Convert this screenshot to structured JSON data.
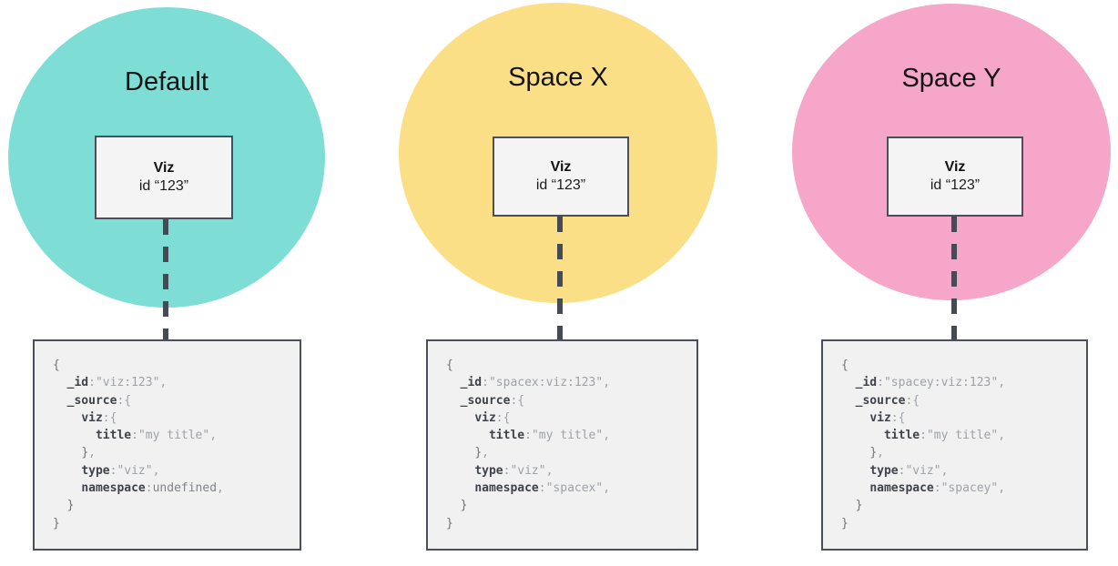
{
  "columns": [
    {
      "circle": {
        "label": "Default",
        "color": "#7eded5"
      },
      "viz_card": {
        "title": "Viz",
        "subtitle": "id “123”"
      },
      "code_lines": [
        [
          [
            "brace",
            "{"
          ]
        ],
        [
          [
            "plain",
            "  "
          ],
          [
            "key",
            "_id"
          ],
          [
            "punct",
            ":"
          ],
          [
            "string",
            "\"viz:123\""
          ],
          [
            "punct",
            ","
          ]
        ],
        [
          [
            "plain",
            "  "
          ],
          [
            "key",
            "_source"
          ],
          [
            "punct",
            ":"
          ],
          [
            "punct",
            "{"
          ]
        ],
        [
          [
            "plain",
            "    "
          ],
          [
            "key",
            "viz"
          ],
          [
            "punct",
            ":"
          ],
          [
            "punct",
            "{"
          ]
        ],
        [
          [
            "plain",
            "      "
          ],
          [
            "key",
            "title"
          ],
          [
            "punct",
            ":"
          ],
          [
            "string",
            "\"my title\""
          ],
          [
            "punct",
            ","
          ]
        ],
        [
          [
            "plain",
            "    "
          ],
          [
            "brace",
            "}"
          ],
          [
            "punct",
            ","
          ]
        ],
        [
          [
            "plain",
            "    "
          ],
          [
            "key",
            "type"
          ],
          [
            "punct",
            ":"
          ],
          [
            "string",
            "\"viz\""
          ],
          [
            "punct",
            ","
          ]
        ],
        [
          [
            "plain",
            "    "
          ],
          [
            "key",
            "namespace"
          ],
          [
            "punct",
            ":"
          ],
          [
            "undef",
            "undefined"
          ],
          [
            "punct",
            ","
          ]
        ],
        [
          [
            "plain",
            "  "
          ],
          [
            "brace",
            "}"
          ]
        ],
        [
          [
            "brace",
            "}"
          ]
        ]
      ]
    },
    {
      "circle": {
        "label": "Space X",
        "color": "#fbdf87"
      },
      "viz_card": {
        "title": "Viz",
        "subtitle": "id “123”"
      },
      "code_lines": [
        [
          [
            "brace",
            "{"
          ]
        ],
        [
          [
            "plain",
            "  "
          ],
          [
            "key",
            "_id"
          ],
          [
            "punct",
            ":"
          ],
          [
            "string",
            "\"spacex:viz:123\""
          ],
          [
            "punct",
            ","
          ]
        ],
        [
          [
            "plain",
            "  "
          ],
          [
            "key",
            "_source"
          ],
          [
            "punct",
            ":"
          ],
          [
            "punct",
            "{"
          ]
        ],
        [
          [
            "plain",
            "    "
          ],
          [
            "key",
            "viz"
          ],
          [
            "punct",
            ":"
          ],
          [
            "punct",
            "{"
          ]
        ],
        [
          [
            "plain",
            "      "
          ],
          [
            "key",
            "title"
          ],
          [
            "punct",
            ":"
          ],
          [
            "string",
            "\"my title\""
          ],
          [
            "punct",
            ","
          ]
        ],
        [
          [
            "plain",
            "    "
          ],
          [
            "brace",
            "}"
          ],
          [
            "punct",
            ","
          ]
        ],
        [
          [
            "plain",
            "    "
          ],
          [
            "key",
            "type"
          ],
          [
            "punct",
            ":"
          ],
          [
            "string",
            "\"viz\""
          ],
          [
            "punct",
            ","
          ]
        ],
        [
          [
            "plain",
            "    "
          ],
          [
            "key",
            "namespace"
          ],
          [
            "punct",
            ":"
          ],
          [
            "string",
            "\"spacex\""
          ],
          [
            "punct",
            ","
          ]
        ],
        [
          [
            "plain",
            "  "
          ],
          [
            "brace",
            "}"
          ]
        ],
        [
          [
            "brace",
            "}"
          ]
        ]
      ]
    },
    {
      "circle": {
        "label": "Space Y",
        "color": "#f6a6c9"
      },
      "viz_card": {
        "title": "Viz",
        "subtitle": "id “123”"
      },
      "code_lines": [
        [
          [
            "brace",
            "{"
          ]
        ],
        [
          [
            "plain",
            "  "
          ],
          [
            "key",
            "_id"
          ],
          [
            "punct",
            ":"
          ],
          [
            "string",
            "\"spacey:viz:123\""
          ],
          [
            "punct",
            ","
          ]
        ],
        [
          [
            "plain",
            "  "
          ],
          [
            "key",
            "_source"
          ],
          [
            "punct",
            ":"
          ],
          [
            "punct",
            "{"
          ]
        ],
        [
          [
            "plain",
            "    "
          ],
          [
            "key",
            "viz"
          ],
          [
            "punct",
            ":"
          ],
          [
            "punct",
            "{"
          ]
        ],
        [
          [
            "plain",
            "      "
          ],
          [
            "key",
            "title"
          ],
          [
            "punct",
            ":"
          ],
          [
            "string",
            "\"my title\""
          ],
          [
            "punct",
            ","
          ]
        ],
        [
          [
            "plain",
            "    "
          ],
          [
            "brace",
            "}"
          ],
          [
            "punct",
            ","
          ]
        ],
        [
          [
            "plain",
            "    "
          ],
          [
            "key",
            "type"
          ],
          [
            "punct",
            ":"
          ],
          [
            "string",
            "\"viz\""
          ],
          [
            "punct",
            ","
          ]
        ],
        [
          [
            "plain",
            "    "
          ],
          [
            "key",
            "namespace"
          ],
          [
            "punct",
            ":"
          ],
          [
            "string",
            "\"spacey\""
          ],
          [
            "punct",
            ","
          ]
        ],
        [
          [
            "plain",
            "  "
          ],
          [
            "brace",
            "}"
          ]
        ],
        [
          [
            "brace",
            "}"
          ]
        ]
      ]
    }
  ]
}
